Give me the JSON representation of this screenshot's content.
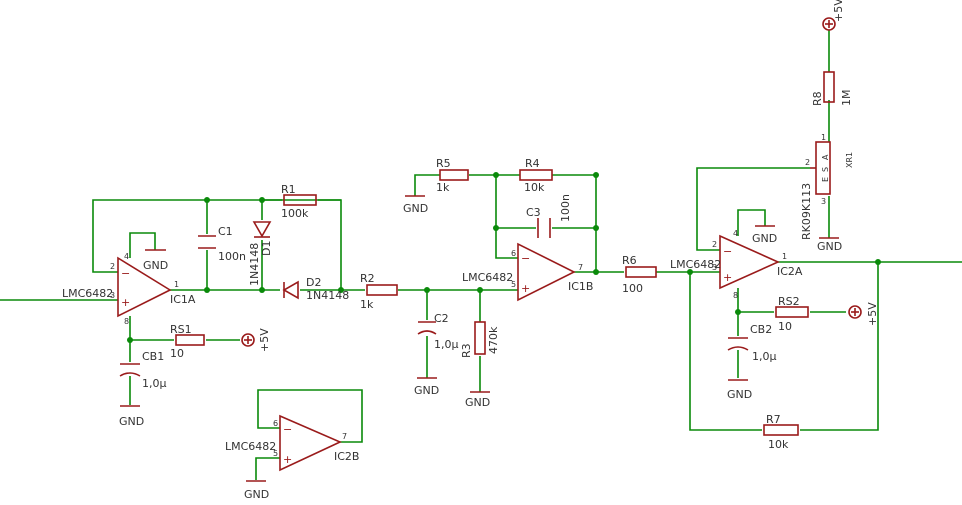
{
  "labels": {
    "lmc1a": "LMC6482",
    "ic1a": "IC1A",
    "lmc1b": "LMC6482",
    "ic1b": "IC1B",
    "lmc2a": "LMC6482",
    "ic2a": "IC2A",
    "lmc2b": "LMC6482",
    "ic2b": "IC2B",
    "c1": "C1",
    "c1v": "100n",
    "d1": "D1",
    "d1v": "1N4148",
    "d2": "D2",
    "d2v": "1N4148",
    "r1": "R1",
    "r1v": "100k",
    "r2": "R2",
    "r2v": "1k",
    "c2": "C2",
    "c2v": "1,0µ",
    "r3": "R3",
    "r3v": "470k",
    "r5": "R5",
    "r5v": "1k",
    "r4": "R4",
    "r4v": "10k",
    "c3": "C3",
    "c3v": "100n",
    "r6": "R6",
    "r6v": "100",
    "r8": "R8",
    "r8v": "1M",
    "xr1": "XR1",
    "xr1v": "RK09K113",
    "rs1": "RS1",
    "rs1v": "10",
    "rs2": "RS2",
    "rs2v": "10",
    "cb1": "CB1",
    "cb1v": "1,0µ",
    "cb2": "CB2",
    "cb2v": "1,0µ",
    "r7": "R7",
    "r7v": "10k",
    "gnd": "GND",
    "vcc": "+5V"
  },
  "pins": {
    "p1": "1",
    "p2": "2",
    "p3": "3",
    "p4": "4",
    "p5": "5",
    "p6": "6",
    "p7": "7",
    "p8": "8",
    "xa": "A",
    "xs": "S",
    "xe": "E"
  }
}
